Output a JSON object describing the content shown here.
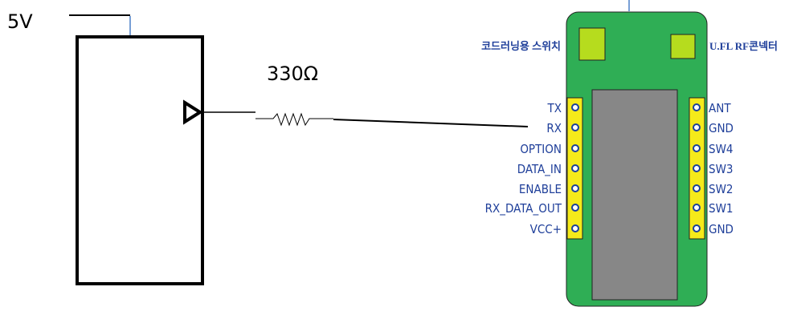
{
  "supply_label": "5V",
  "resistor_label": "330Ω",
  "module": {
    "label_left": "코드러닝용 스위치",
    "label_right": "U.FL RF콘넥터",
    "left_pins": [
      "TX",
      "RX",
      "OPTION",
      "DATA_IN",
      "ENABLE",
      "RX_DATA_OUT",
      "VCC+"
    ],
    "right_pins": [
      "ANT",
      "GND",
      "SW4",
      "SW3",
      "SW2",
      "SW1",
      "GND"
    ]
  },
  "colors": {
    "board": "#2fae55",
    "header": "#f5ea1a",
    "switch": "#b6dc1e",
    "chip": "#878787",
    "wire": "#000000",
    "supply_tap": "#4a7fc8"
  }
}
